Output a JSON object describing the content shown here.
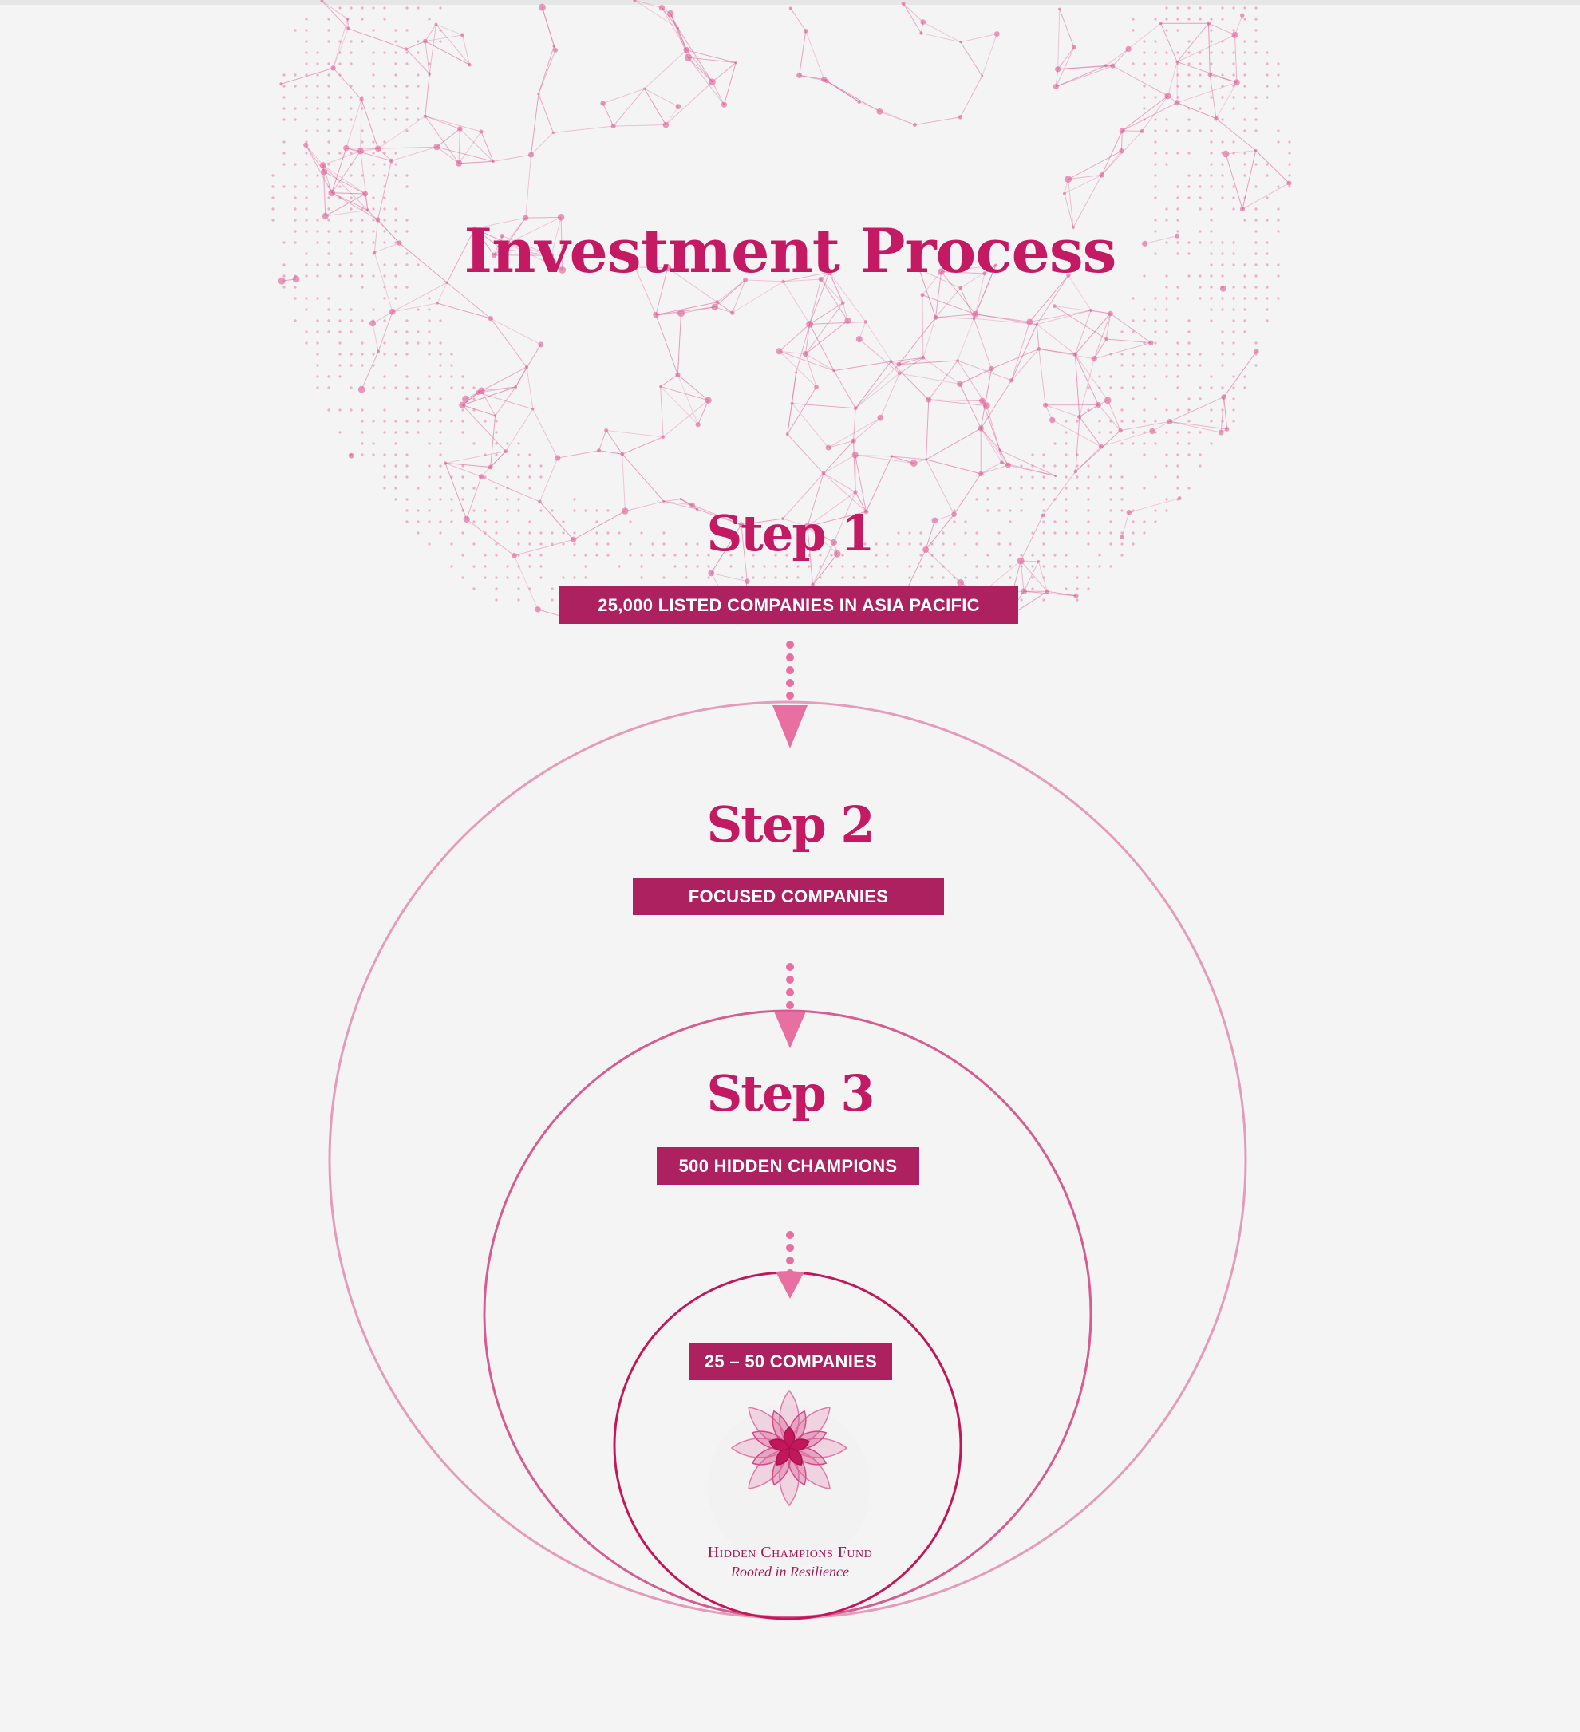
{
  "title": "Investment Process",
  "steps": [
    {
      "label": "Step 1",
      "box": "25,000 LISTED COMPANIES IN ASIA PACIFIC"
    },
    {
      "label": "Step 2",
      "box": "FOCUSED COMPANIES"
    },
    {
      "label": "Step 3",
      "box": "500 HIDDEN CHAMPIONS"
    }
  ],
  "final": {
    "box": "25 – 50 COMPANIES"
  },
  "logo": {
    "name": "Hidden Champions Fund",
    "tagline": "Rooted in Resilience"
  },
  "colors": {
    "accent": "#c41a63",
    "box": "#ad2160",
    "ring_outer": "#e69bbb",
    "ring_middle": "#d65c92",
    "ring_inner": "#c2185b",
    "arrow": "#e86fa2",
    "globe": "#e05a94",
    "background": "#f4f4f4"
  }
}
